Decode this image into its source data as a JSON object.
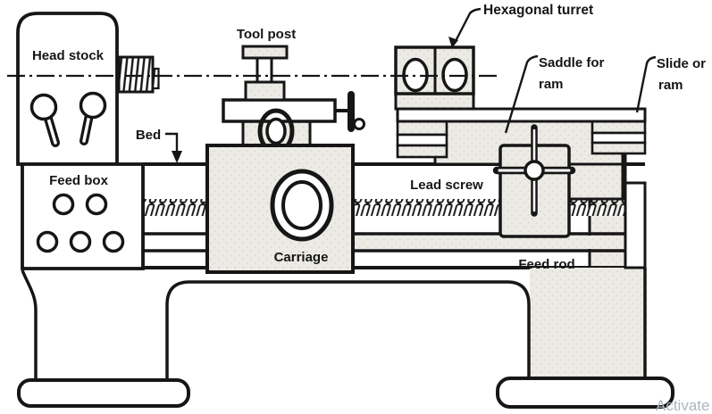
{
  "diagram": {
    "labels": {
      "head_stock": "Head stock",
      "tool_post": "Tool post",
      "hexagonal_turret": "Hexagonal turret",
      "saddle_for_ram": {
        "line1": "Saddle for",
        "line2": "ram"
      },
      "slide_or_ram": {
        "line1": "Slide or",
        "line2": "ram"
      },
      "bed": "Bed",
      "feed_box": "Feed box",
      "lead_screw": "Lead screw",
      "carriage": "Carriage",
      "feed_rod": "Feed rod"
    },
    "colors": {
      "ink": "#161616",
      "shading": "#eceae4",
      "background": "#ffffff",
      "watermark": "#aeb6bd"
    }
  },
  "watermark": {
    "text": "Activate"
  }
}
